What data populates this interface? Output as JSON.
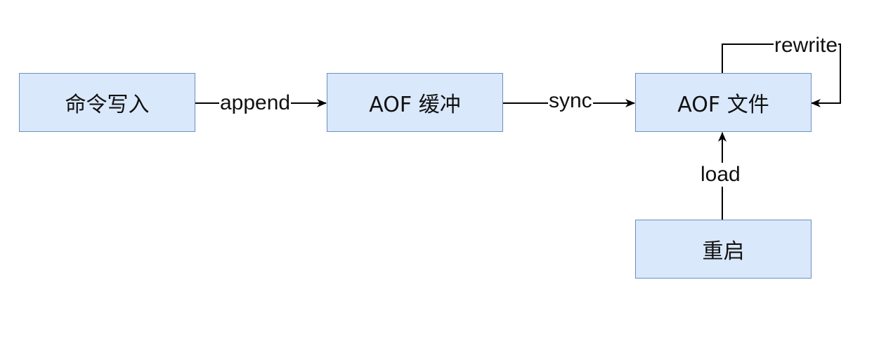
{
  "diagram": {
    "nodes": {
      "command_write": "命令写入",
      "aof_buffer": "AOF 缓冲",
      "aof_file": "AOF 文件",
      "restart": "重启"
    },
    "edges": {
      "append": "append",
      "sync": "sync",
      "rewrite": "rewrite",
      "load": "load"
    },
    "colors": {
      "node_fill": "#dae8fc",
      "node_border": "#6c8ebf",
      "edge": "#000000"
    }
  }
}
